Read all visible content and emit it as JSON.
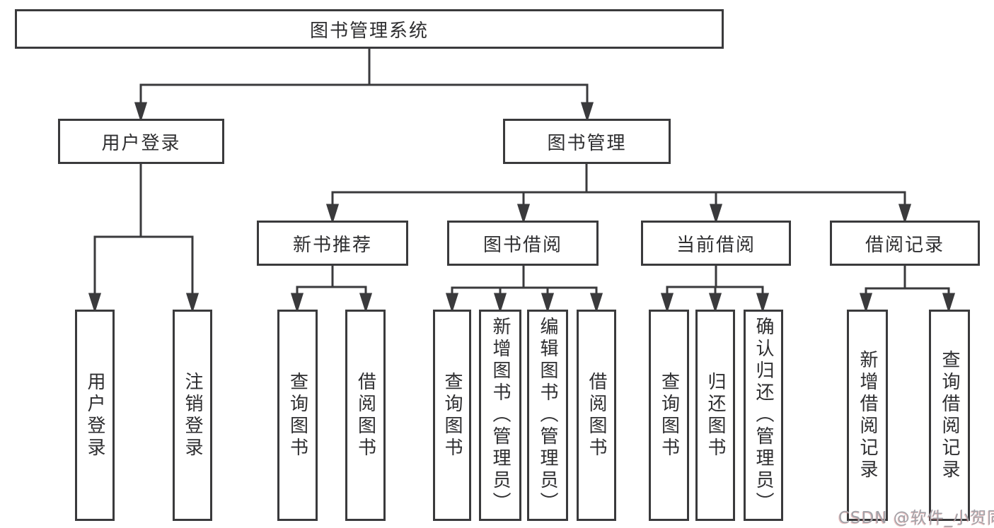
{
  "diagram": {
    "colors": {
      "line": "#3a3a3c",
      "box_border": "#3a3a3c",
      "box_fill": "#ffffff",
      "text": "#2e2e30",
      "watermark": "#a2a2a8",
      "background": "#ffffff"
    },
    "tree": {
      "label": "图书管理系统",
      "children": [
        {
          "label": "用户登录",
          "children": [
            {
              "label": "用户登录"
            },
            {
              "label": "注销登录"
            }
          ]
        },
        {
          "label": "图书管理",
          "children": [
            {
              "label": "新书推荐",
              "children": [
                {
                  "label": "查询图书"
                },
                {
                  "label": "借阅图书"
                }
              ]
            },
            {
              "label": "图书借阅",
              "children": [
                {
                  "label": "查询图书"
                },
                {
                  "label": "新增图书（管理员）"
                },
                {
                  "label": "编辑图书（管理员）"
                },
                {
                  "label": "借阅图书"
                }
              ]
            },
            {
              "label": "当前借阅",
              "children": [
                {
                  "label": "查询图书"
                },
                {
                  "label": "归还图书"
                },
                {
                  "label": "确认归还（管理员）"
                }
              ]
            },
            {
              "label": "借阅记录",
              "children": [
                {
                  "label": "新增借阅记录"
                },
                {
                  "label": "查询借阅记录"
                }
              ]
            }
          ]
        }
      ]
    },
    "watermark": {
      "text": "CSDN @软件_小贺同学"
    }
  }
}
